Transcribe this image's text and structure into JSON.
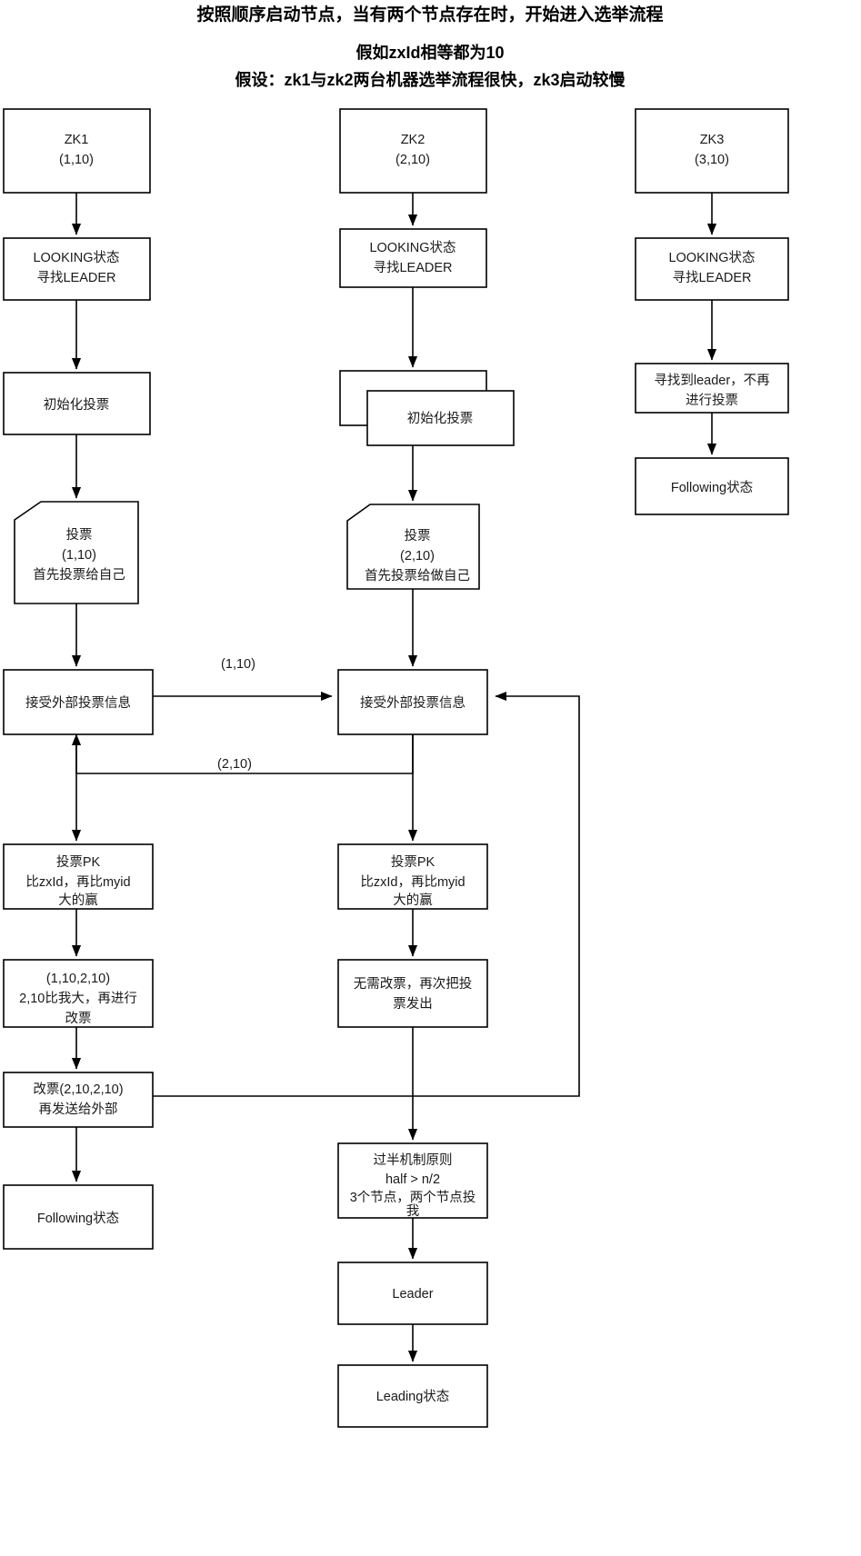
{
  "header": {
    "line1": "按照顺序启动节点，当有两个节点存在时，开始进入选举流程",
    "line2": "假如zxId相等都为10",
    "line3": "假设：zk1与zk2两台机器选举流程很快，zk3启动较慢"
  },
  "columns": {
    "zk1": {
      "title_line1": "ZK1",
      "title_line2": "(1,10)",
      "looking_line1": "LOOKING状态",
      "looking_line2": "寻找LEADER",
      "init_vote": "初始化投票",
      "vote_line1": "投票",
      "vote_line2": "(1,10)",
      "vote_line3": "首先投票给自己",
      "recv": "接受外部投票信息",
      "pk_line1": "投票PK",
      "pk_line2": "比zxId，再比myid",
      "pk_line3": "大的赢",
      "cmp_line1": "(1,10,2,10)",
      "cmp_line2": "2,10比我大，再进行",
      "cmp_line3": "改票",
      "change_line1": "改票(2,10,2,10)",
      "change_line2": "再发送给外部",
      "following": "Following状态"
    },
    "zk2": {
      "title_line1": "ZK2",
      "title_line2": "(2,10)",
      "looking_line1": "LOOKING状态",
      "looking_line2": "寻找LEADER",
      "init_vote": "初始化投票",
      "vote_line1": "投票",
      "vote_line2": "(2,10)",
      "vote_line3": "首先投票给做自己",
      "recv": "接受外部投票信息",
      "pk_line1": "投票PK",
      "pk_line2": "比zxId，再比myid",
      "pk_line3": "大的赢",
      "nochange_line1": "无需改票，再次把投",
      "nochange_line2": "票发出",
      "half_line1": "过半机制原则",
      "half_line2": "half > n/2",
      "half_line3": "3个节点，两个节点投",
      "half_line4": "我",
      "leader": "Leader",
      "leading": "Leading状态"
    },
    "zk3": {
      "title_line1": "ZK3",
      "title_line2": "(3,10)",
      "looking_line1": "LOOKING状态",
      "looking_line2": "寻找LEADER",
      "found_line1": "寻找到leader，不再",
      "found_line2": "进行投票",
      "following": "Following状态"
    }
  },
  "edge_labels": {
    "vote_1_10": "(1,10)",
    "vote_2_10": "(2,10)"
  },
  "colors": {
    "stroke": "#000000",
    "fill": "#ffffff",
    "text": "#1a1a1a"
  }
}
